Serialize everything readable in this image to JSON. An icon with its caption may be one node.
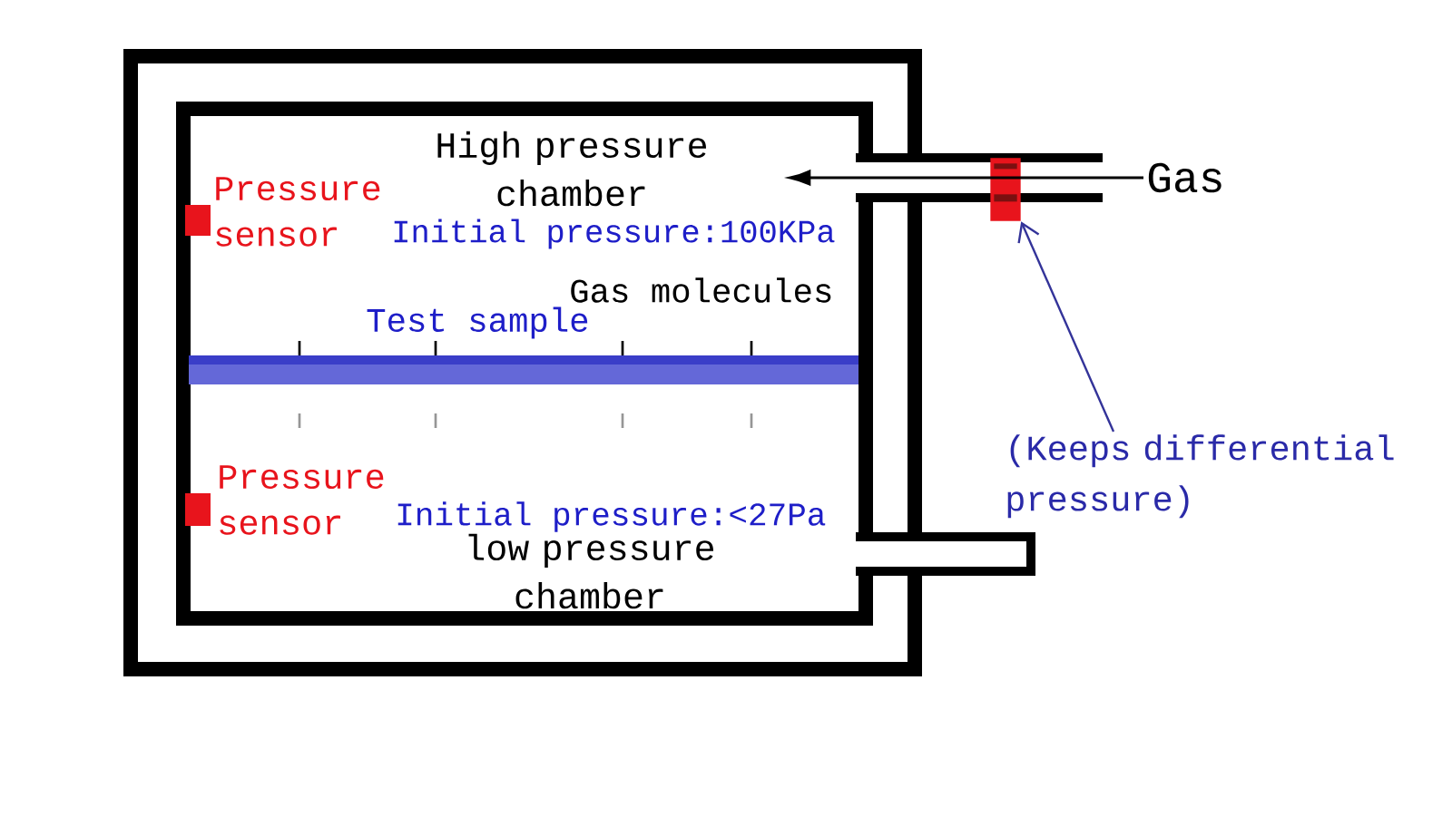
{
  "diagram": {
    "nodes": [
      {
        "text": [
          "Gas"
        ]
      },
      {
        "text": [
          "(Keeps differential pressure)"
        ]
      },
      {
        "text": [],
        "shape": "box"
      }
    ],
    "edges": [
      {
        "from": 0,
        "to": null,
        "arrow": "to"
      },
      {
        "from": 1,
        "to": 2,
        "arrow": "to",
        "color": "#333399"
      }
    ],
    "labels": [
      "High pressure chamber",
      "Pressure sensor",
      "Initial pressure:100KPa",
      "Gas molecules",
      "Test sample",
      "Pressure sensor",
      "Initial pressure:<27Pa",
      "low pressure chamber"
    ]
  }
}
